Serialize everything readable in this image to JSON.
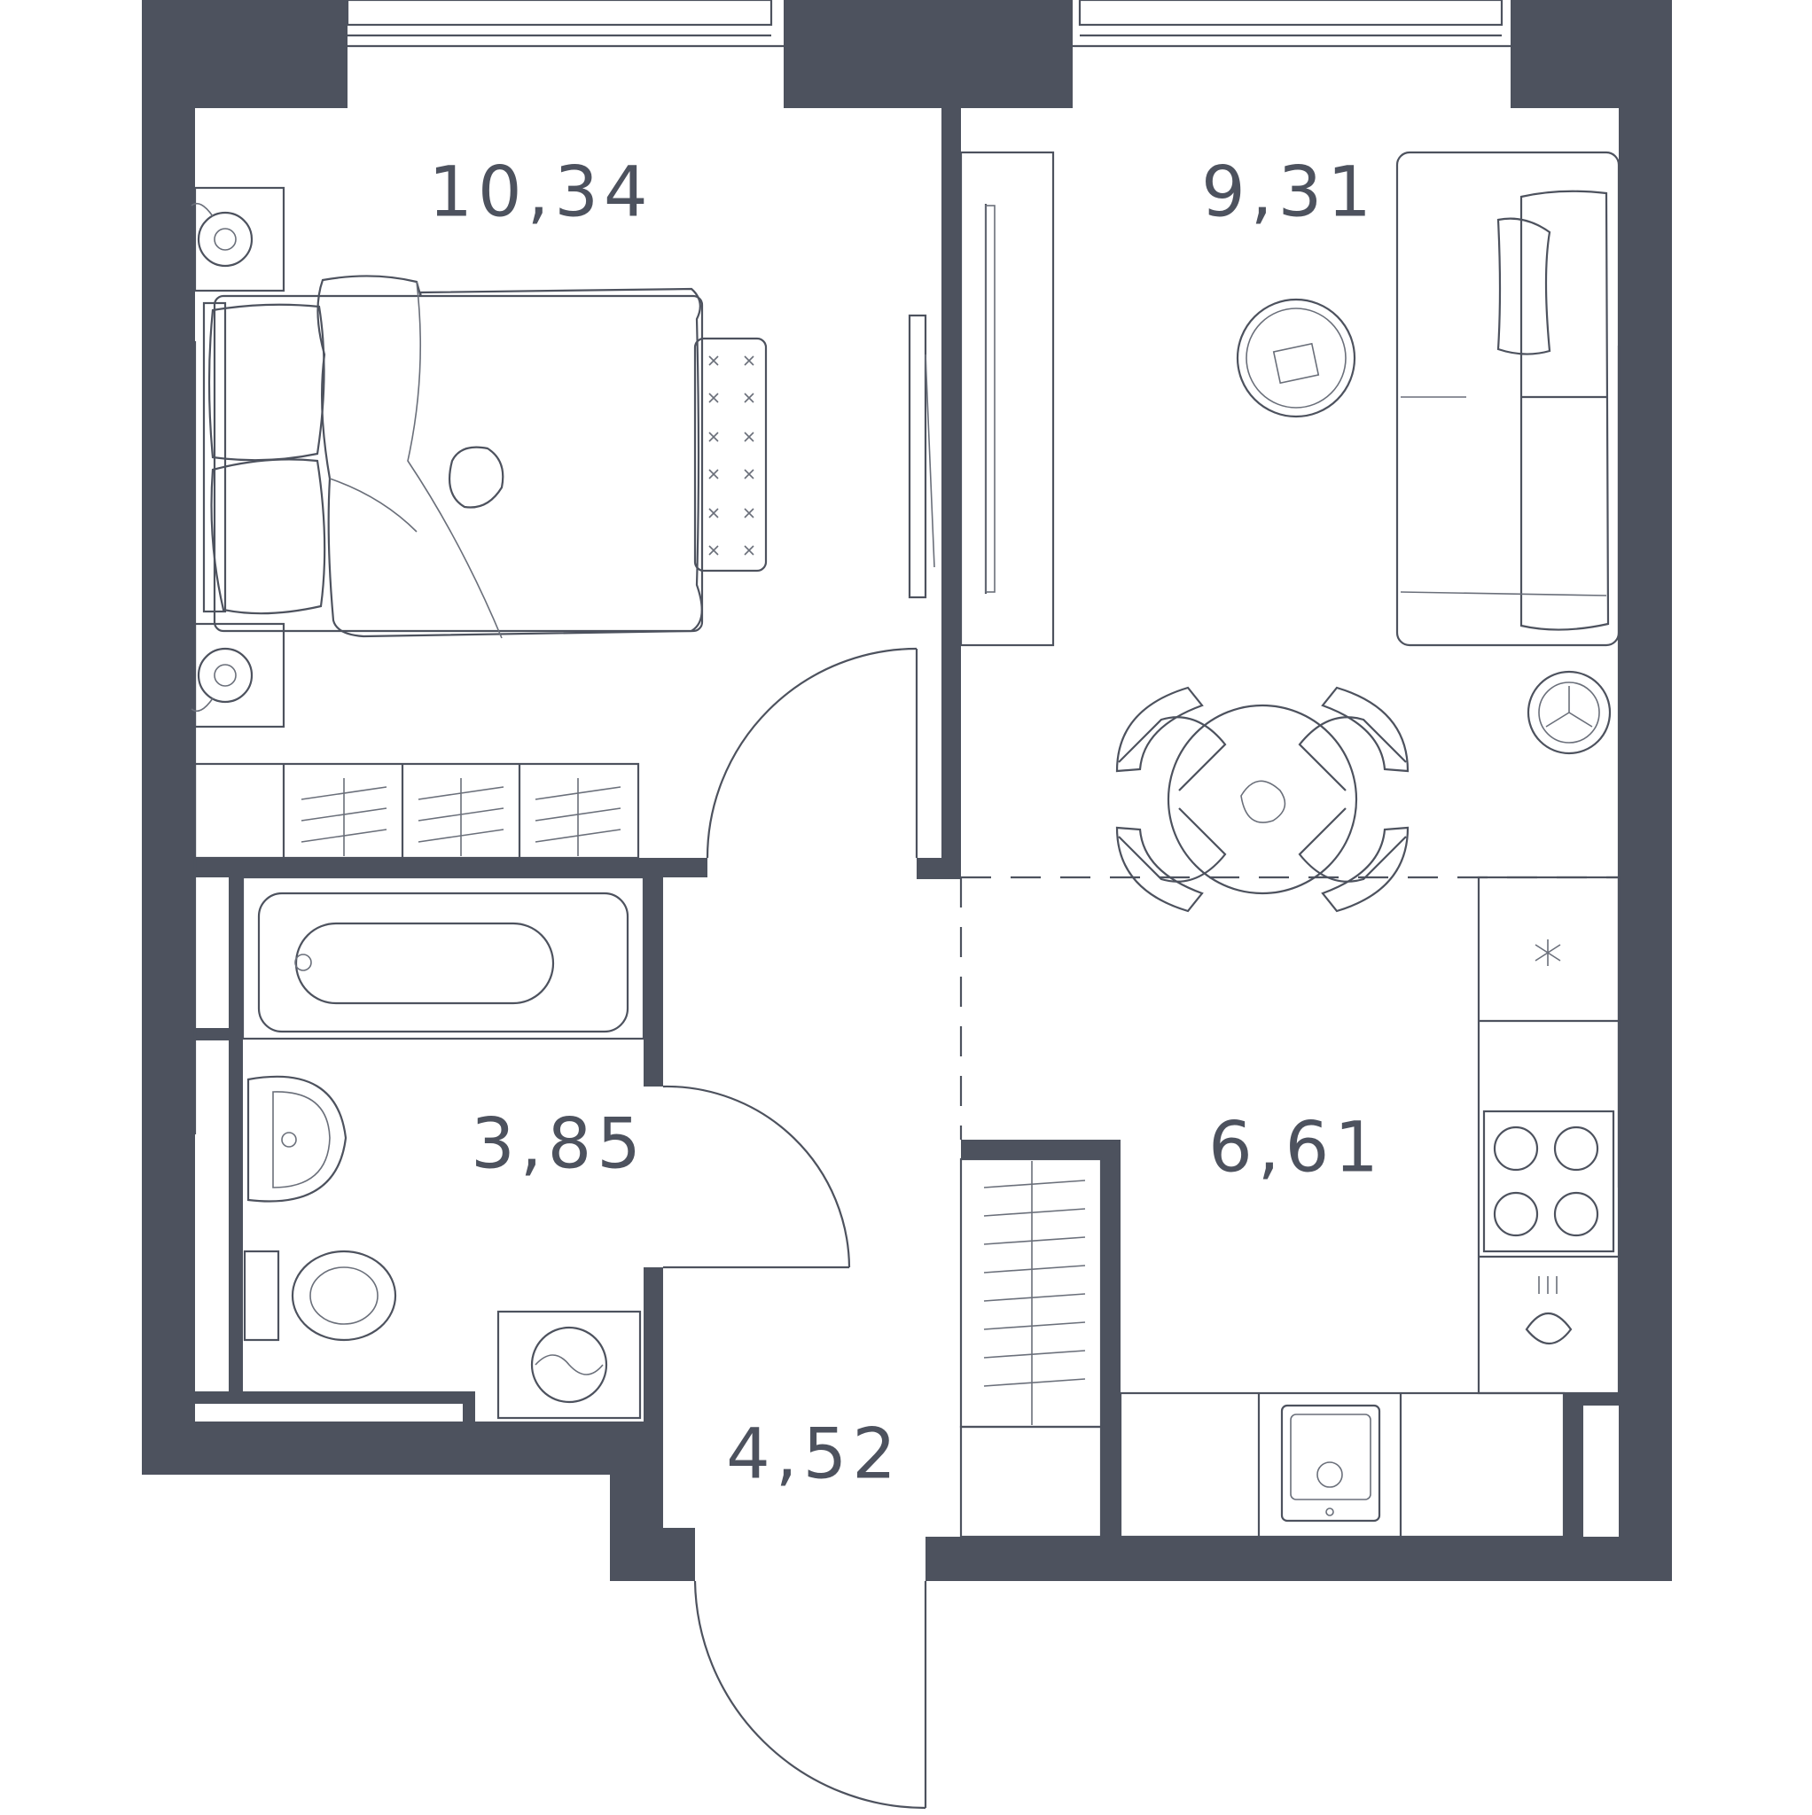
{
  "colors": {
    "wall": "#4d525e",
    "line": "#4d525e",
    "background": "#ffffff"
  },
  "rooms": [
    {
      "id": "bedroom",
      "area": "10,34"
    },
    {
      "id": "living-room",
      "area": "9,31"
    },
    {
      "id": "bathroom",
      "area": "3,85"
    },
    {
      "id": "kitchen",
      "area": "6,61"
    },
    {
      "id": "hallway",
      "area": "4,52"
    }
  ]
}
